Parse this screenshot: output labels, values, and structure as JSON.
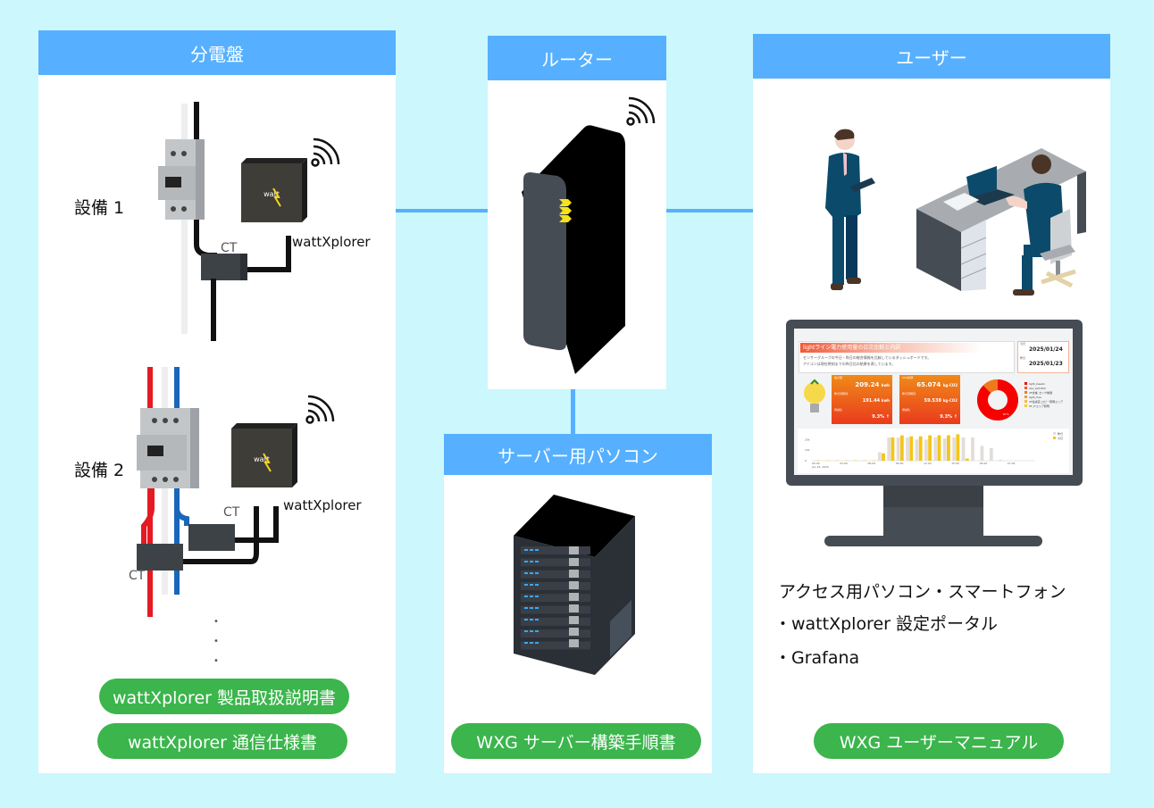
{
  "panels": {
    "distribution_board": {
      "title": "分電盤",
      "equipment": [
        {
          "label": "設備 1",
          "device_label": "wattXplorer",
          "ct_labels": [
            "CT"
          ]
        },
        {
          "label": "設備 2",
          "device_label": "wattXplorer",
          "ct_labels": [
            "CT",
            "CT"
          ]
        }
      ],
      "continuation": "⋮",
      "buttons": [
        {
          "label": "wattXplorer 製品取扱説明書"
        },
        {
          "label": "wattXplorer 通信仕様書"
        }
      ]
    },
    "router": {
      "title": "ルーター"
    },
    "server": {
      "title": "サーバー用パソコン",
      "buttons": [
        {
          "label": "WXG サーバー構築手順書"
        }
      ]
    },
    "user": {
      "title": "ユーザー",
      "description": "アクセス用パソコン・スマートフォン",
      "list": [
        "・wattXplorer 設定ポータル",
        "・Grafana"
      ],
      "buttons": [
        {
          "label": "WXG ユーザーマニュアル"
        }
      ],
      "dashboard": {
        "title": "lightライン電力使用量の日次比較と内訳",
        "desc1": "センサーグループの今日・昨日の総合情報を比較しているダッシュボードです。",
        "desc2": "アイコンは現在時刻までの昨日比の結果を表しています。",
        "date_today_label": "今日",
        "date_today": "2025/01/24",
        "date_yesterday_label": "昨日",
        "date_yesterday": "2025/01/23",
        "card1": {
          "l1": "電力量",
          "v1": "209.24",
          "u1": "kwh",
          "l2": "昨日同時刻",
          "v2": "191.44",
          "u2": "kwh",
          "l3": "増減比",
          "v3": "9.3% ↑"
        },
        "card2": {
          "l1": "CO2換算",
          "v1": "65.074",
          "u1": "kg-CO2",
          "l2": "昨日同時刻",
          "v2": "59.538",
          "u2": "kg-CO2",
          "l3": "増減比",
          "v3": "9.3% ↑"
        },
        "donut_legend": [
          "light_kasahi",
          "dev_021000",
          "4F食堂_センサ制御",
          "light_free",
          "4F会議室_ロビー照明エリア",
          "5F_ITエリア照明"
        ],
        "donut_label": "87%",
        "chart_legend": [
          "昨日",
          "今日"
        ],
        "x_ticks": [
          "00:00",
          "03:00",
          "06:00",
          "09:00",
          "12:00",
          "15:00",
          "18:00",
          "21:00"
        ],
        "x_date": "Jan 24, 2025",
        "y_ticks": [
          "0",
          "10k",
          "20k"
        ]
      }
    }
  },
  "colors": {
    "background": "#ccf7fc",
    "header": "#56b0ff",
    "button": "#3bb54c"
  }
}
